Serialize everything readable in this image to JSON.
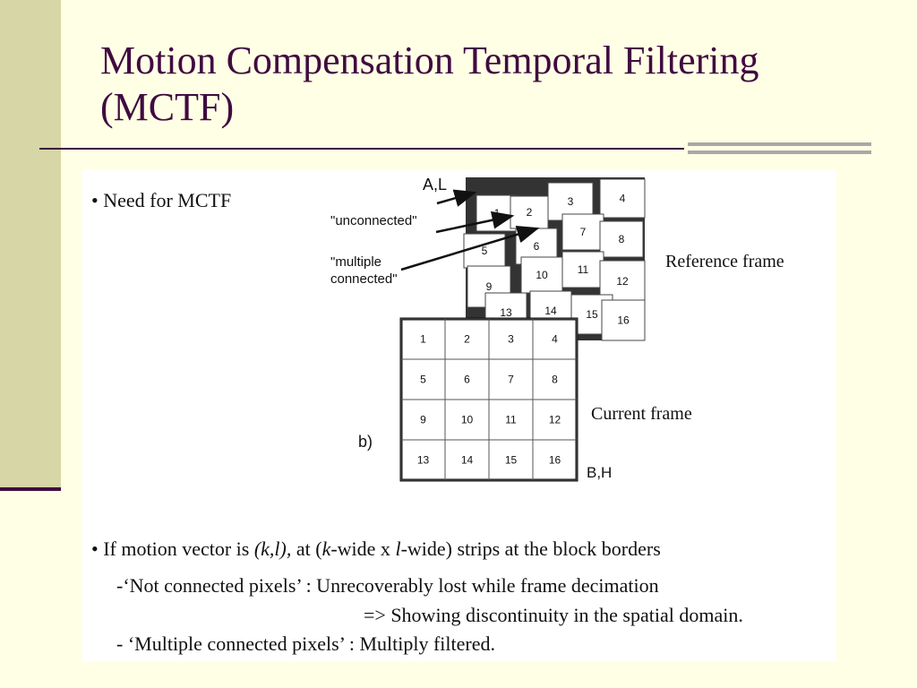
{
  "slide": {
    "title_line1": "Motion Compensation Temporal Filtering",
    "title_line2": "(MCTF)"
  },
  "content": {
    "bullet1": "• Need for MCTF",
    "bullet2_prefix": "• If  motion vector is ",
    "bullet2_kl": "(k,l),",
    "bullet2_mid1": " at (",
    "bullet2_k": "k",
    "bullet2_mid2": "-wide x ",
    "bullet2_l": "l",
    "bullet2_suffix": "-wide) strips at the block borders",
    "line1": "-‘Not connected pixels’ : Unrecoverably lost while frame decimation",
    "line2": "=> Showing discontinuity in the spatial domain.",
    "line3": "- ‘Multiple connected pixels’ : Multiply filtered."
  },
  "diagram": {
    "label_al": "A,L",
    "label_bh": "B,H",
    "label_b": "b)",
    "label_unconnected": "\"unconnected\"",
    "label_multiple_1": "\"multiple",
    "label_multiple_2": "connected\"",
    "label_reference": "Reference frame",
    "label_current": "Current frame",
    "reference_blocks": [
      "1",
      "2",
      "3",
      "4",
      "5",
      "6",
      "7",
      "8",
      "9",
      "10",
      "11",
      "12",
      "13",
      "14",
      "15",
      "16"
    ],
    "current_cells": [
      "1",
      "2",
      "3",
      "4",
      "5",
      "6",
      "7",
      "8",
      "9",
      "10",
      "11",
      "12",
      "13",
      "14",
      "15",
      "16"
    ]
  },
  "colors": {
    "background": "#FFFFE5",
    "title": "#400B40",
    "sidebar": "#D6D6A6",
    "panel": "#FFFFFF"
  }
}
